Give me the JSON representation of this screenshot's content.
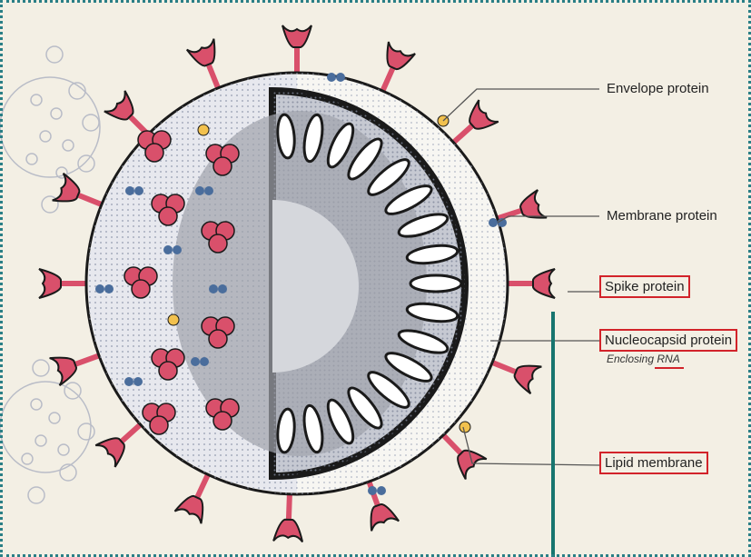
{
  "labels": {
    "envelope": "Envelope protein",
    "membrane": "Membrane protein",
    "spike": "Spike protein",
    "nucleocapsid": "Nucleocapsid protein",
    "enclosing_prefix": "Enclosing",
    "enclosing_rna": "RNA",
    "lipid": "Lipid membrane"
  },
  "colors": {
    "spike": "#d9506b",
    "spike_dark": "#1a1a1a",
    "envelope_yellow": "#f2c14e",
    "membrane_blue": "#4a6d9c",
    "highlight_box": "#d2232a",
    "teal_line": "#17756f"
  }
}
